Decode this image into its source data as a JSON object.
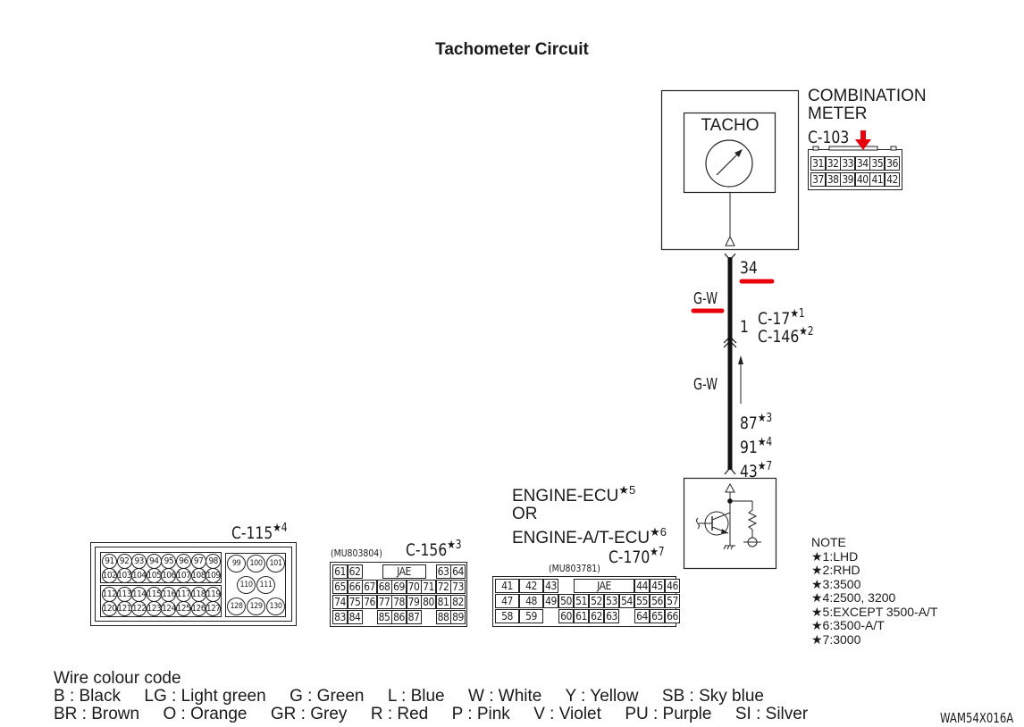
{
  "title": "Tachometer Circuit",
  "combination_meter": {
    "label_line1": "COMBINATION",
    "label_line2": "METER",
    "connector": "C-103",
    "inner_label": "TACHO",
    "pins_row1": [
      "31",
      "32",
      "33",
      "34",
      "35",
      "36"
    ],
    "pins_row2": [
      "37",
      "38",
      "39",
      "40",
      "41",
      "42"
    ],
    "highlighted_pin": "34",
    "highlight_color": "#e8000a"
  },
  "wire": {
    "upper_pin": "34",
    "upper_color_code": "G-W",
    "junction_pin": "1",
    "junction_connectors": [
      {
        "name": "C-17",
        "note": "*1"
      },
      {
        "name": "C-146",
        "note": "*2"
      }
    ],
    "lower_color_code": "G-W",
    "ecu_pins": [
      {
        "pin": "87",
        "note": "*3"
      },
      {
        "pin": "91",
        "note": "*4"
      },
      {
        "pin": "43",
        "note": "*7"
      }
    ],
    "underline_color": "#e8000a"
  },
  "ecu": {
    "line1": "ENGINE-ECU",
    "line1_note": "*5",
    "line2": "OR",
    "line3": "ENGINE-A/T-ECU",
    "line3_note": "*6"
  },
  "connectors": {
    "c115": {
      "name": "C-115",
      "note": "*4",
      "left_block_rows": [
        [
          "91",
          "92",
          "93",
          "94",
          "95",
          "96",
          "97",
          "98"
        ],
        [
          "102",
          "103",
          "104",
          "105",
          "106",
          "107",
          "108",
          "109"
        ],
        [
          "112",
          "113",
          "114",
          "115",
          "116",
          "117",
          "118",
          "119"
        ],
        [
          "120",
          "121",
          "122",
          "123",
          "124",
          "125",
          "126",
          "127"
        ]
      ],
      "right_block_rows": [
        [
          "99",
          "100",
          "101"
        ],
        [
          "110",
          "111"
        ],
        [
          "128",
          "129",
          "130"
        ]
      ]
    },
    "c156": {
      "name": "C-156",
      "note": "*3",
      "part_no": "(MU803804)",
      "maker": "JAE",
      "rows": [
        [
          "61",
          "62",
          "",
          "",
          "",
          "",
          "",
          "63",
          "64"
        ],
        [
          "65",
          "66",
          "67",
          "68",
          "69",
          "70",
          "71",
          "72",
          "73"
        ],
        [
          "74",
          "75",
          "76",
          "77",
          "78",
          "79",
          "80",
          "81",
          "82"
        ],
        [
          "83",
          "84",
          "",
          "85",
          "86",
          "87",
          "",
          "88",
          "89"
        ]
      ]
    },
    "c170": {
      "name": "C-170",
      "note": "*7",
      "part_no": "(MU803781)",
      "maker": "JAE",
      "rows": [
        [
          "41",
          "42",
          "43",
          "",
          "",
          "",
          "",
          "",
          "44",
          "45",
          "46"
        ],
        [
          "47",
          "48",
          "49",
          "50",
          "51",
          "52",
          "53",
          "54",
          "55",
          "56",
          "57"
        ],
        [
          "58",
          "59",
          "",
          "60",
          "61",
          "62",
          "63",
          "",
          "64",
          "65",
          "66"
        ]
      ]
    }
  },
  "notes": {
    "heading": "NOTE",
    "items": [
      {
        "key": "*1",
        "text": ":LHD"
      },
      {
        "key": "*2",
        "text": ":RHD"
      },
      {
        "key": "*3",
        "text": ":3500"
      },
      {
        "key": "*4",
        "text": ":2500, 3200"
      },
      {
        "key": "*5",
        "text": ":EXCEPT 3500-A/T"
      },
      {
        "key": "*6",
        "text": ":3500-A/T"
      },
      {
        "key": "*7",
        "text": ":3000"
      }
    ]
  },
  "wire_colour_code": {
    "heading": "Wire colour code",
    "row1": [
      "B : Black",
      "LG : Light green",
      "G : Green",
      "L : Blue",
      "W : White",
      "Y : Yellow",
      "SB : Sky blue"
    ],
    "row2": [
      "BR : Brown",
      "O : Orange",
      "GR : Grey",
      "R : Red",
      "P : Pink",
      "V : Violet",
      "PU : Purple",
      "SI : Silver"
    ]
  },
  "figure_id": "WAM54X016A"
}
